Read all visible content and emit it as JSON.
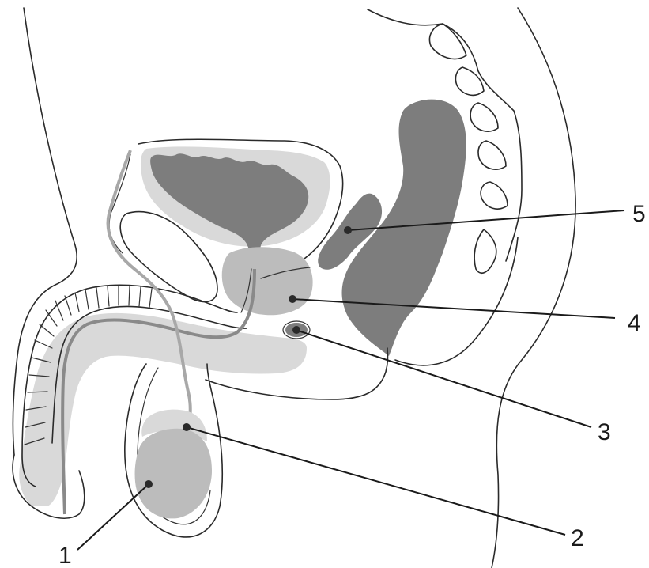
{
  "labels": {
    "one": "1",
    "two": "2",
    "three": "3",
    "four": "4",
    "five": "5"
  },
  "colors": {
    "organ_dark": "#7d7d7d",
    "organ_mid": "#bcbcbc",
    "tissue_light": "#d9d9d9",
    "line": "#2a2a2a",
    "background": "#ffffff"
  }
}
